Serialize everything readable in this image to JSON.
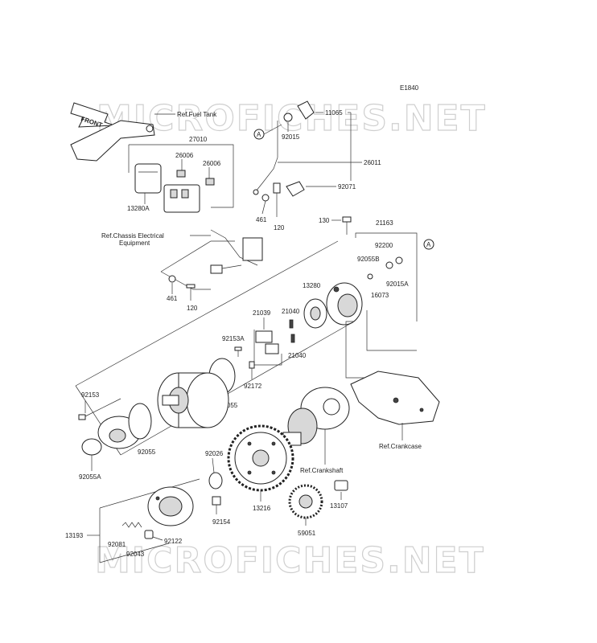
{
  "diagram_code": "E1840",
  "watermark": "MICROFICHES.NET",
  "front_label": "FRONT",
  "callout_letter": "A",
  "refs": {
    "fuel_tank": "Ref.Fuel Tank",
    "chassis_line1": "Ref.Chassis Electrical",
    "chassis_line2": "Equipment",
    "crankshaft": "Ref.Crankshaft",
    "crankcase": "Ref.Crankcase"
  },
  "parts": {
    "p11065": "11065",
    "p92015": "92015",
    "p26011": "26011",
    "p27010": "27010",
    "p26006a": "26006",
    "p26006b": "26006",
    "p13280A": "13280A",
    "p92071": "92071",
    "p461a": "461",
    "p120a": "120",
    "p130": "130",
    "p21163": "21163",
    "p92200": "92200",
    "p92055B": "92055B",
    "p92015A": "92015A",
    "p16073": "16073",
    "p13280": "13280",
    "p461b": "461",
    "p120b": "120",
    "p21039": "21039",
    "p21040a": "21040",
    "p92153A": "92153A",
    "p21040b": "21040",
    "p92172": "92172",
    "p92055a": "92055",
    "p92153": "92153",
    "p92055b": "92055",
    "p92055A": "92055A",
    "p92026": "92026",
    "p13216": "13216",
    "p13107": "13107",
    "p92154": "92154",
    "p13193": "13193",
    "p92081": "92081",
    "p92122": "92122",
    "p92043": "92043",
    "p59051": "59051"
  }
}
